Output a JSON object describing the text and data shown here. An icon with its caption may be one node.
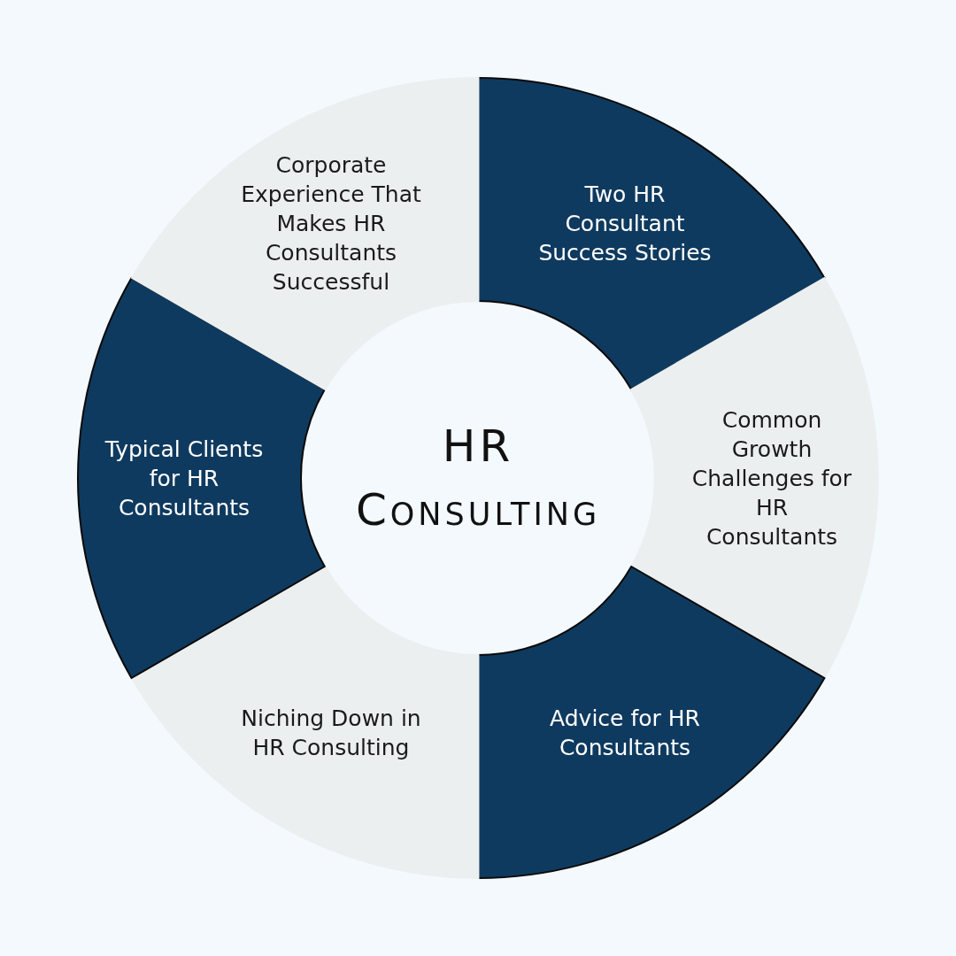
{
  "diagram": {
    "nodes": [
      {
        "text": [
          "HR Consulting"
        ]
      },
      {
        "text": [
          "Two HR Consultant Success Stories"
        ]
      },
      {
        "text": [
          "Common Growth Challenges for HR Consultants"
        ]
      },
      {
        "text": [
          "Advice for HR Consultants"
        ]
      },
      {
        "text": [
          "Niching Down in HR Consulting"
        ]
      },
      {
        "text": [
          "Typical Clients for HR Consultants"
        ]
      },
      {
        "text": [
          "Corporate Experience That Makes HR Consultants Successful"
        ]
      }
    ]
  }
}
